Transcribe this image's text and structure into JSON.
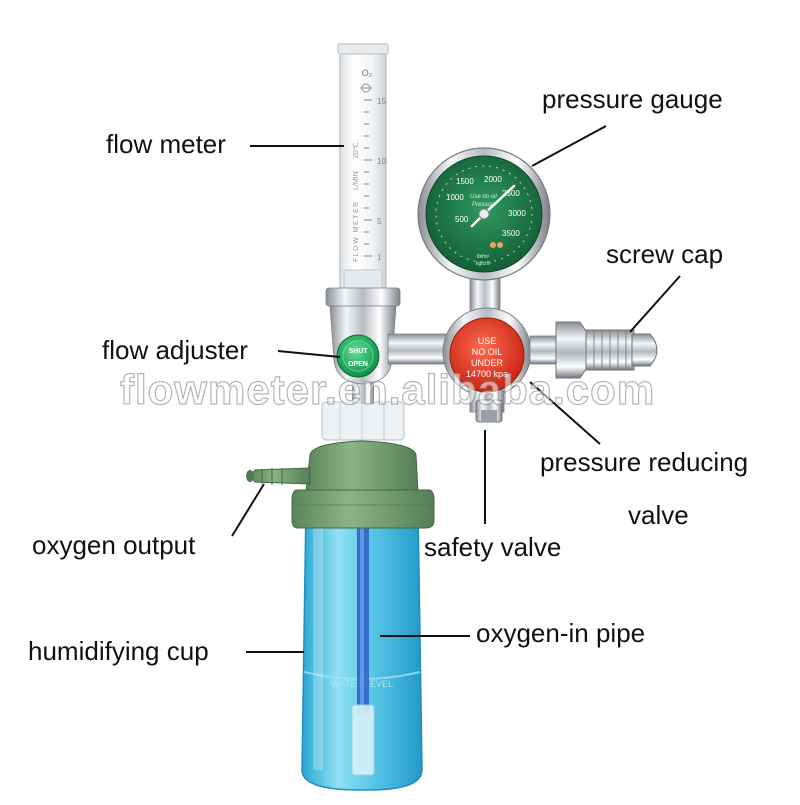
{
  "labels": {
    "flow_meter": "flow meter",
    "pressure_gauge": "pressure gauge",
    "screw_cap": "screw cap",
    "flow_adjuster": "flow adjuster",
    "pressure_reducing": "pressure reducing",
    "valve": "valve",
    "oxygen_output": "oxygen output",
    "safety_valve": "safety valve",
    "oxygen_in_pipe": "oxygen-in pipe",
    "humidifying_cup": "humidifying cup"
  },
  "watermark": "flowmeter.en.alibaba.com",
  "flowmeter_tube": {
    "gas": "O₂",
    "scale_label": "FLOW METER",
    "unit": "L/MIN",
    "temp": "20℃",
    "scale": [
      "15",
      "10",
      "5",
      "1"
    ]
  },
  "gauge": {
    "ticks": [
      "500",
      "1000",
      "1500",
      "2000",
      "2500",
      "3000",
      "3500"
    ],
    "face_text_1": "Use no oil",
    "face_text_2": "Pressure",
    "unit_1": "lbf/in²",
    "unit_2": "kg/cm²"
  },
  "knob": {
    "shut": "SHUT",
    "open": "OPEN"
  },
  "regulator_cap": {
    "line1": "USE",
    "line2": "NO OIL",
    "line3": "UNDER",
    "line4": "14700 kpa"
  },
  "cup": {
    "water_level": "WATER LEVEL"
  },
  "colors": {
    "green_cap": "#6f9a6c",
    "cup_blue": "#55c6e6",
    "gauge_green": "#1f7a4a",
    "valve_red": "#e0311e",
    "knob_green": "#19b35f"
  }
}
